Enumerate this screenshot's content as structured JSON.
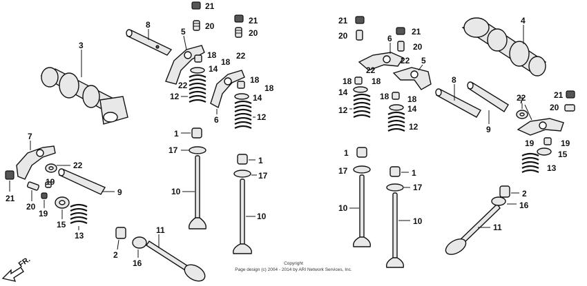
{
  "direction_marker": {
    "label": "FR."
  },
  "callouts": {
    "left": {
      "c21a": "21",
      "c20a": "20",
      "c21b": "21",
      "c20b": "20",
      "c8": "8",
      "c5": "5",
      "c3": "3",
      "c18a": "18",
      "c18b": "18",
      "c22a": "22",
      "c14a": "14",
      "c22b": "22",
      "c12a": "12",
      "c18c": "18",
      "c18d": "18",
      "c14b": "14",
      "c6": "6",
      "c12b": "12",
      "c7": "7",
      "c22c": "22",
      "c19a": "19",
      "c19b": "19",
      "c21c": "21",
      "c20c": "20",
      "c9": "9",
      "c15": "15",
      "c13": "13",
      "c1a": "1",
      "c17a": "17",
      "c1b": "1",
      "c17b": "17",
      "c10a": "10",
      "c10b": "10",
      "c11": "11",
      "c2": "2",
      "c16": "16"
    },
    "right": {
      "c21a": "21",
      "c20a": "20",
      "c21b": "21",
      "c20b": "20",
      "c6": "6",
      "c22a": "22",
      "c5": "5",
      "c18a": "18",
      "c18b": "18",
      "c22b": "22",
      "c14a": "14",
      "c12a": "12",
      "c18c": "18",
      "c14b": "14",
      "c12b": "12",
      "c4": "4",
      "c8": "8",
      "c9": "9",
      "c22c": "22",
      "c21c": "21",
      "c20c": "20",
      "c7": "7",
      "c19a": "19",
      "c19b": "19",
      "c15": "15",
      "c13": "13",
      "c1a": "1",
      "c17a": "17",
      "c1b": "1",
      "c17b": "17",
      "c10a": "10",
      "c10b": "10",
      "c2": "2",
      "c16": "16",
      "c11": "11"
    }
  },
  "footer": {
    "copyright_title": "Copyright",
    "copyright_text": "Page design (c) 2004 - 2014 by ARI Network Services, Inc."
  }
}
